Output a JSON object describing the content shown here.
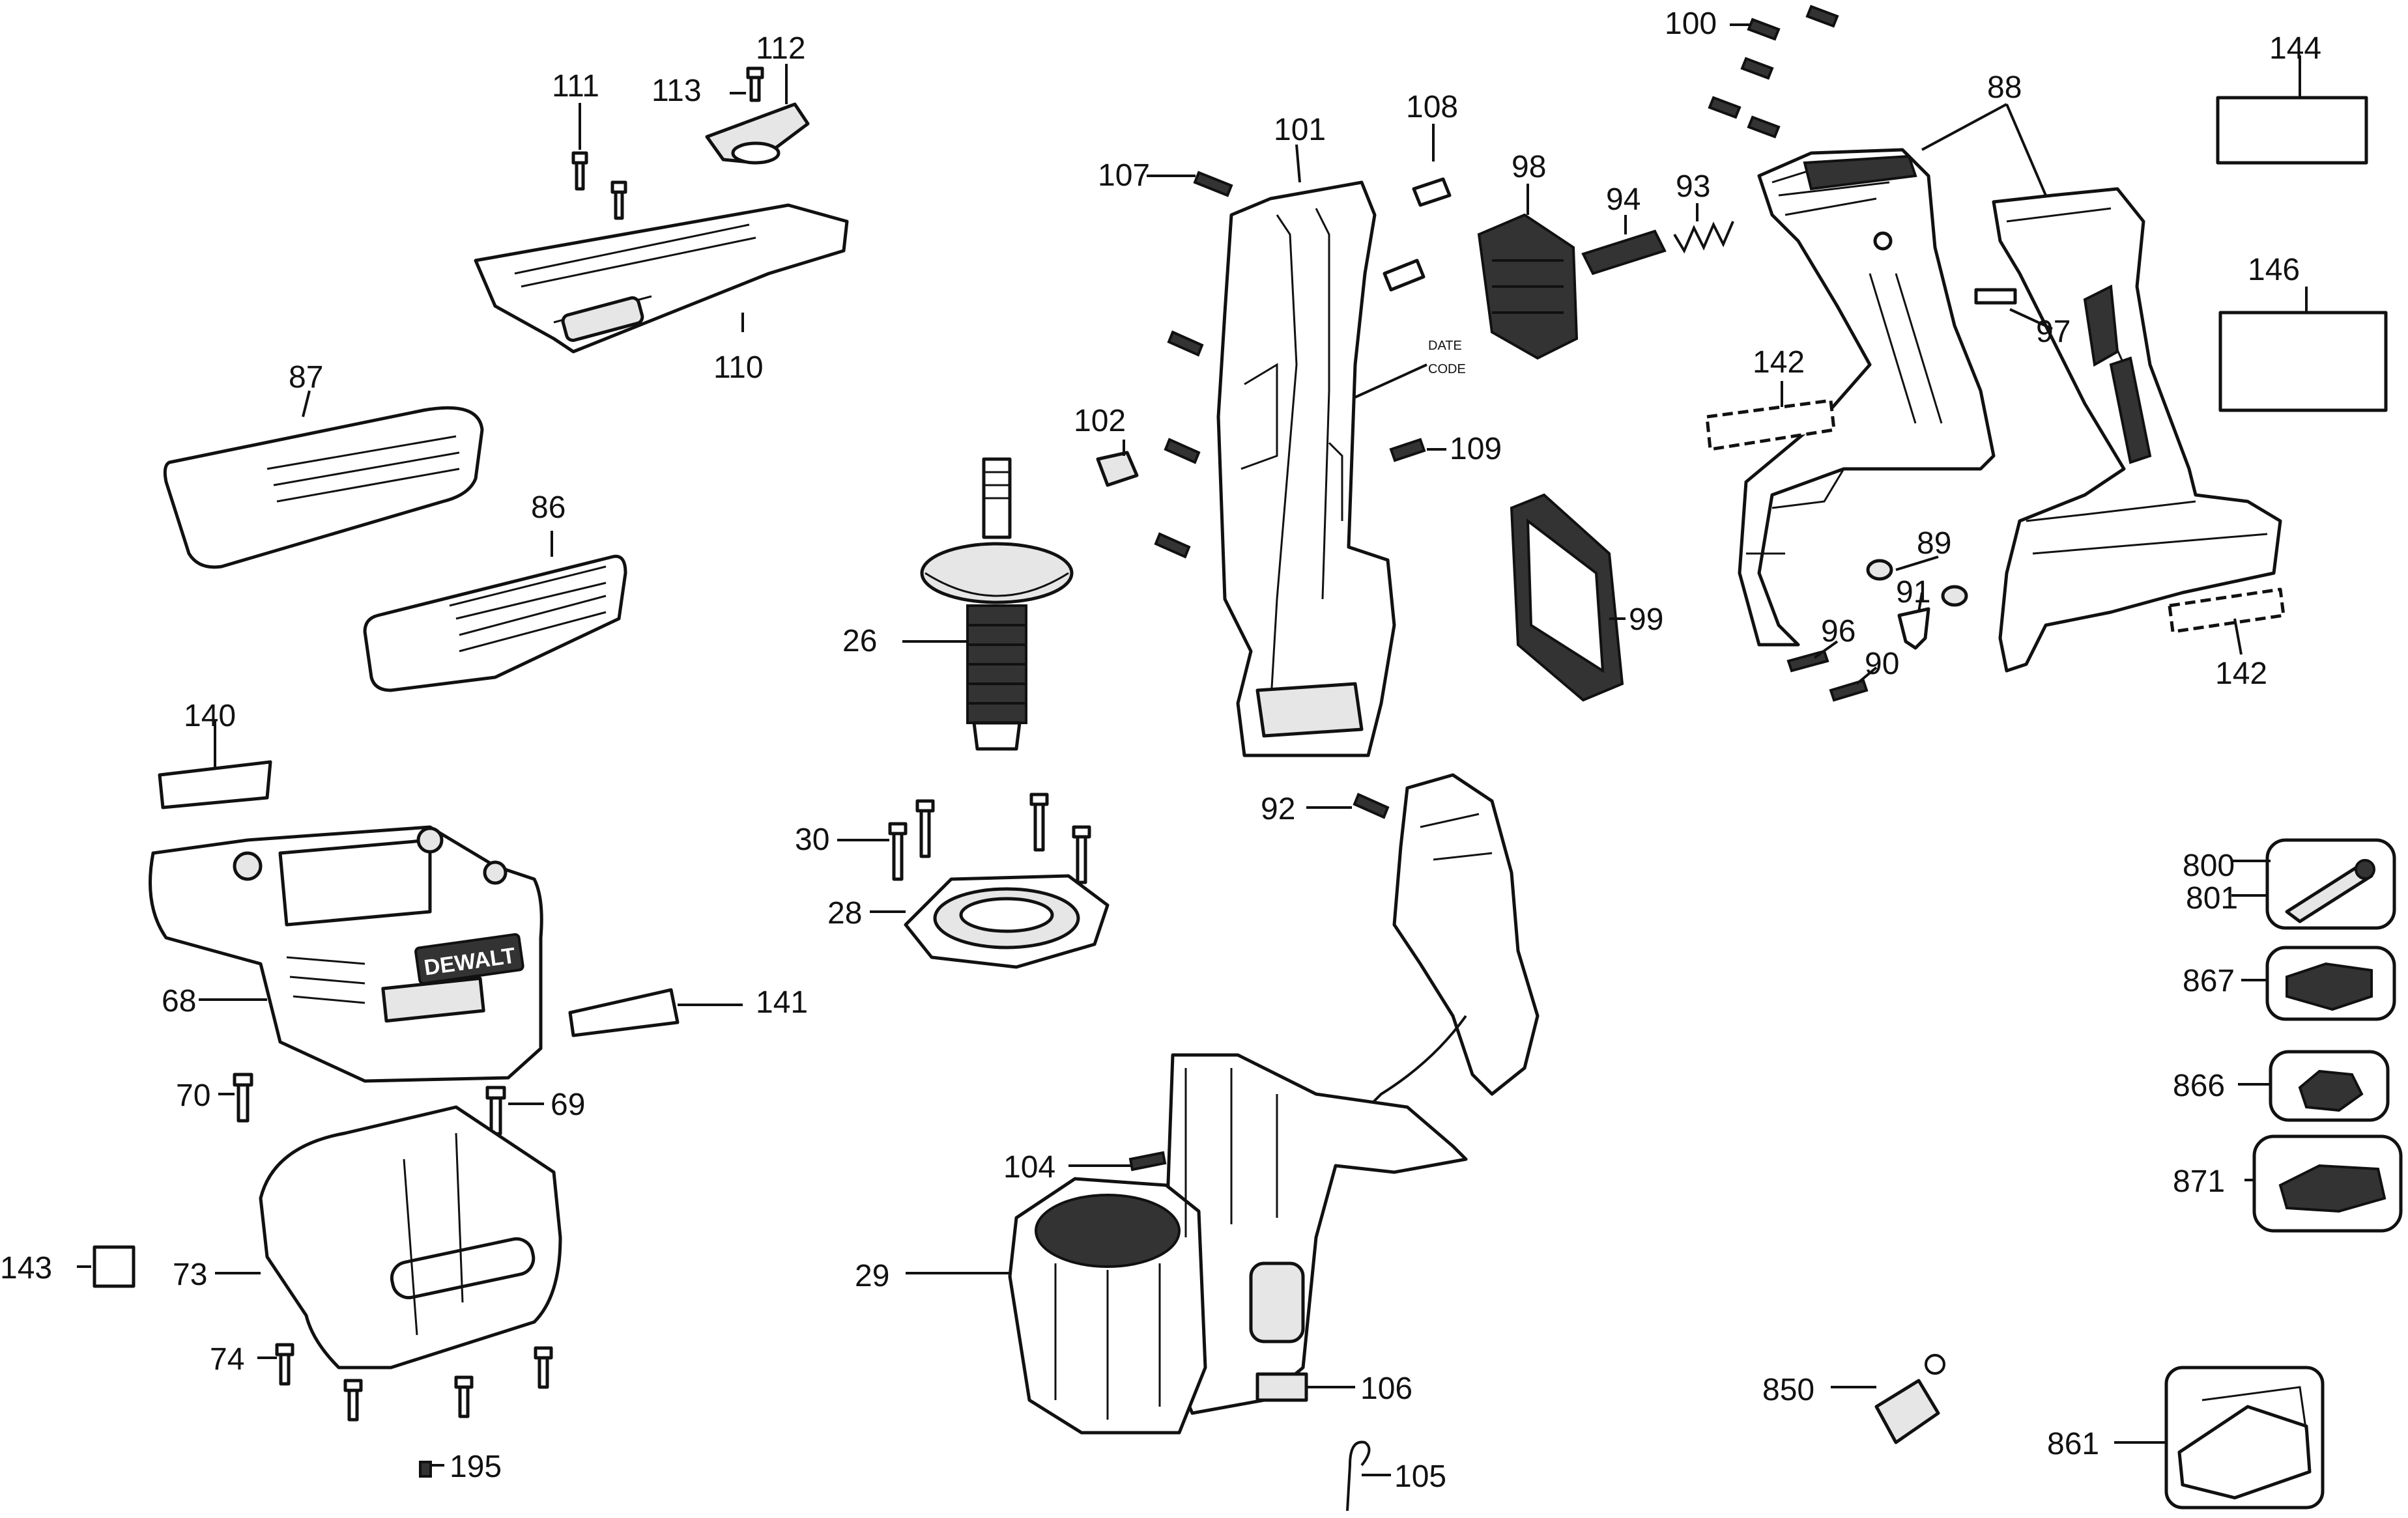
{
  "labels": {
    "l26": "26",
    "l28": "28",
    "l29": "29",
    "l30": "30",
    "l68": "68",
    "l69": "69",
    "l70": "70",
    "l73": "73",
    "l74": "74",
    "l86": "86",
    "l87": "87",
    "l88": "88",
    "l89": "89",
    "l90": "90",
    "l91": "91",
    "l92": "92",
    "l93": "93",
    "l94": "94",
    "l96": "96",
    "l97": "97",
    "l98": "98",
    "l99": "99",
    "l100": "100",
    "l101": "101",
    "l102": "102",
    "l104": "104",
    "l105": "105",
    "l106": "106",
    "l107": "107",
    "l108": "108",
    "l109": "109",
    "l110": "110",
    "l111": "111",
    "l112": "112",
    "l113": "113",
    "l140": "140",
    "l141": "141",
    "l142a": "142",
    "l142b": "142",
    "l143": "143",
    "l144": "144",
    "l146": "146",
    "l195": "195",
    "l800": "800",
    "l801": "801",
    "l850": "850",
    "l861": "861",
    "l866": "866",
    "l867": "867",
    "l871": "871"
  },
  "annotations": {
    "date_line1": "DATE",
    "date_line2": "CODE",
    "brand": "DEWALT"
  }
}
